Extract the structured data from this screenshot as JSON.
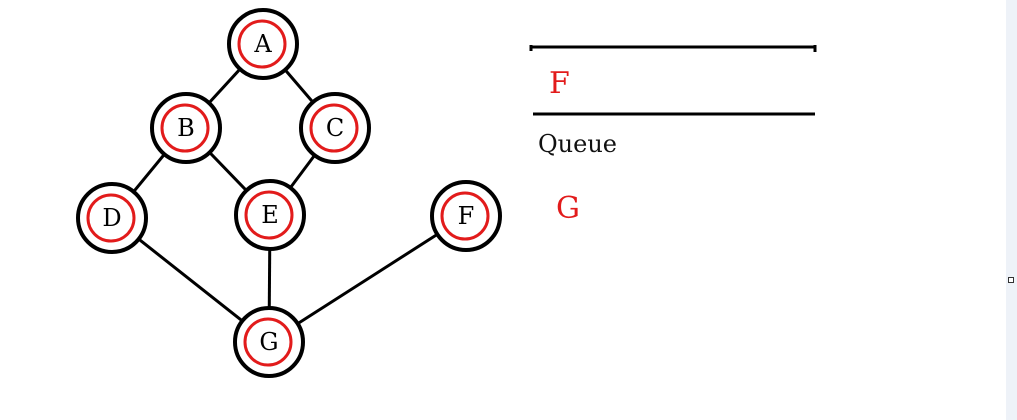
{
  "graph": {
    "nodes": [
      {
        "id": "A",
        "label": "A"
      },
      {
        "id": "B",
        "label": "B"
      },
      {
        "id": "C",
        "label": "C"
      },
      {
        "id": "D",
        "label": "D"
      },
      {
        "id": "E",
        "label": "E"
      },
      {
        "id": "F",
        "label": "F"
      },
      {
        "id": "G",
        "label": "G"
      }
    ],
    "edges": [
      {
        "from": "A",
        "to": "B"
      },
      {
        "from": "A",
        "to": "C"
      },
      {
        "from": "B",
        "to": "D"
      },
      {
        "from": "B",
        "to": "E"
      },
      {
        "from": "C",
        "to": "E"
      },
      {
        "from": "D",
        "to": "G"
      },
      {
        "from": "E",
        "to": "G"
      },
      {
        "from": "F",
        "to": "G"
      }
    ],
    "visited_color": "#e21b1b",
    "outline_color": "#000000"
  },
  "queue": {
    "label": "Queue",
    "items": [
      "F"
    ],
    "next_item": "G"
  }
}
